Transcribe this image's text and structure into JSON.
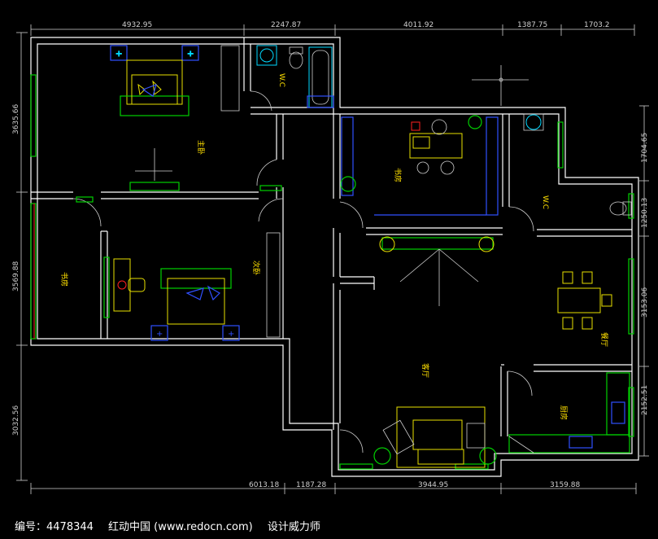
{
  "dimensions": {
    "top": [
      "4932.95",
      "2247.87",
      "4011.92",
      "1387.75",
      "1703.2"
    ],
    "bottom": [
      "6013.18",
      "1187.28",
      "3944.95",
      "3159.88"
    ],
    "left": [
      "3635.66",
      "3569.88",
      "3032.56"
    ],
    "right": [
      "1704.65",
      "1250.13",
      "3153.06",
      "2152.51"
    ]
  },
  "rooms": {
    "master_bedroom": "主卧",
    "wc_top": "W.C",
    "study": "书房",
    "wc_right": "W.C",
    "second_bedroom": "次卧",
    "study_left": "书房",
    "living_room": "客厅",
    "dining_room": "餐厅",
    "kitchen": "厨房"
  },
  "footer": {
    "id_label": "编号：4478344",
    "site": "红动中国 (www.redocn.com)",
    "designer": "设计威力师"
  },
  "colors": {
    "wall": "#ffffff",
    "window": "#00d000",
    "furniture_blue": "#3050ff",
    "furniture_yellow": "#e8e000",
    "fixtures": "#00d8ff",
    "label": "#ffe000"
  }
}
